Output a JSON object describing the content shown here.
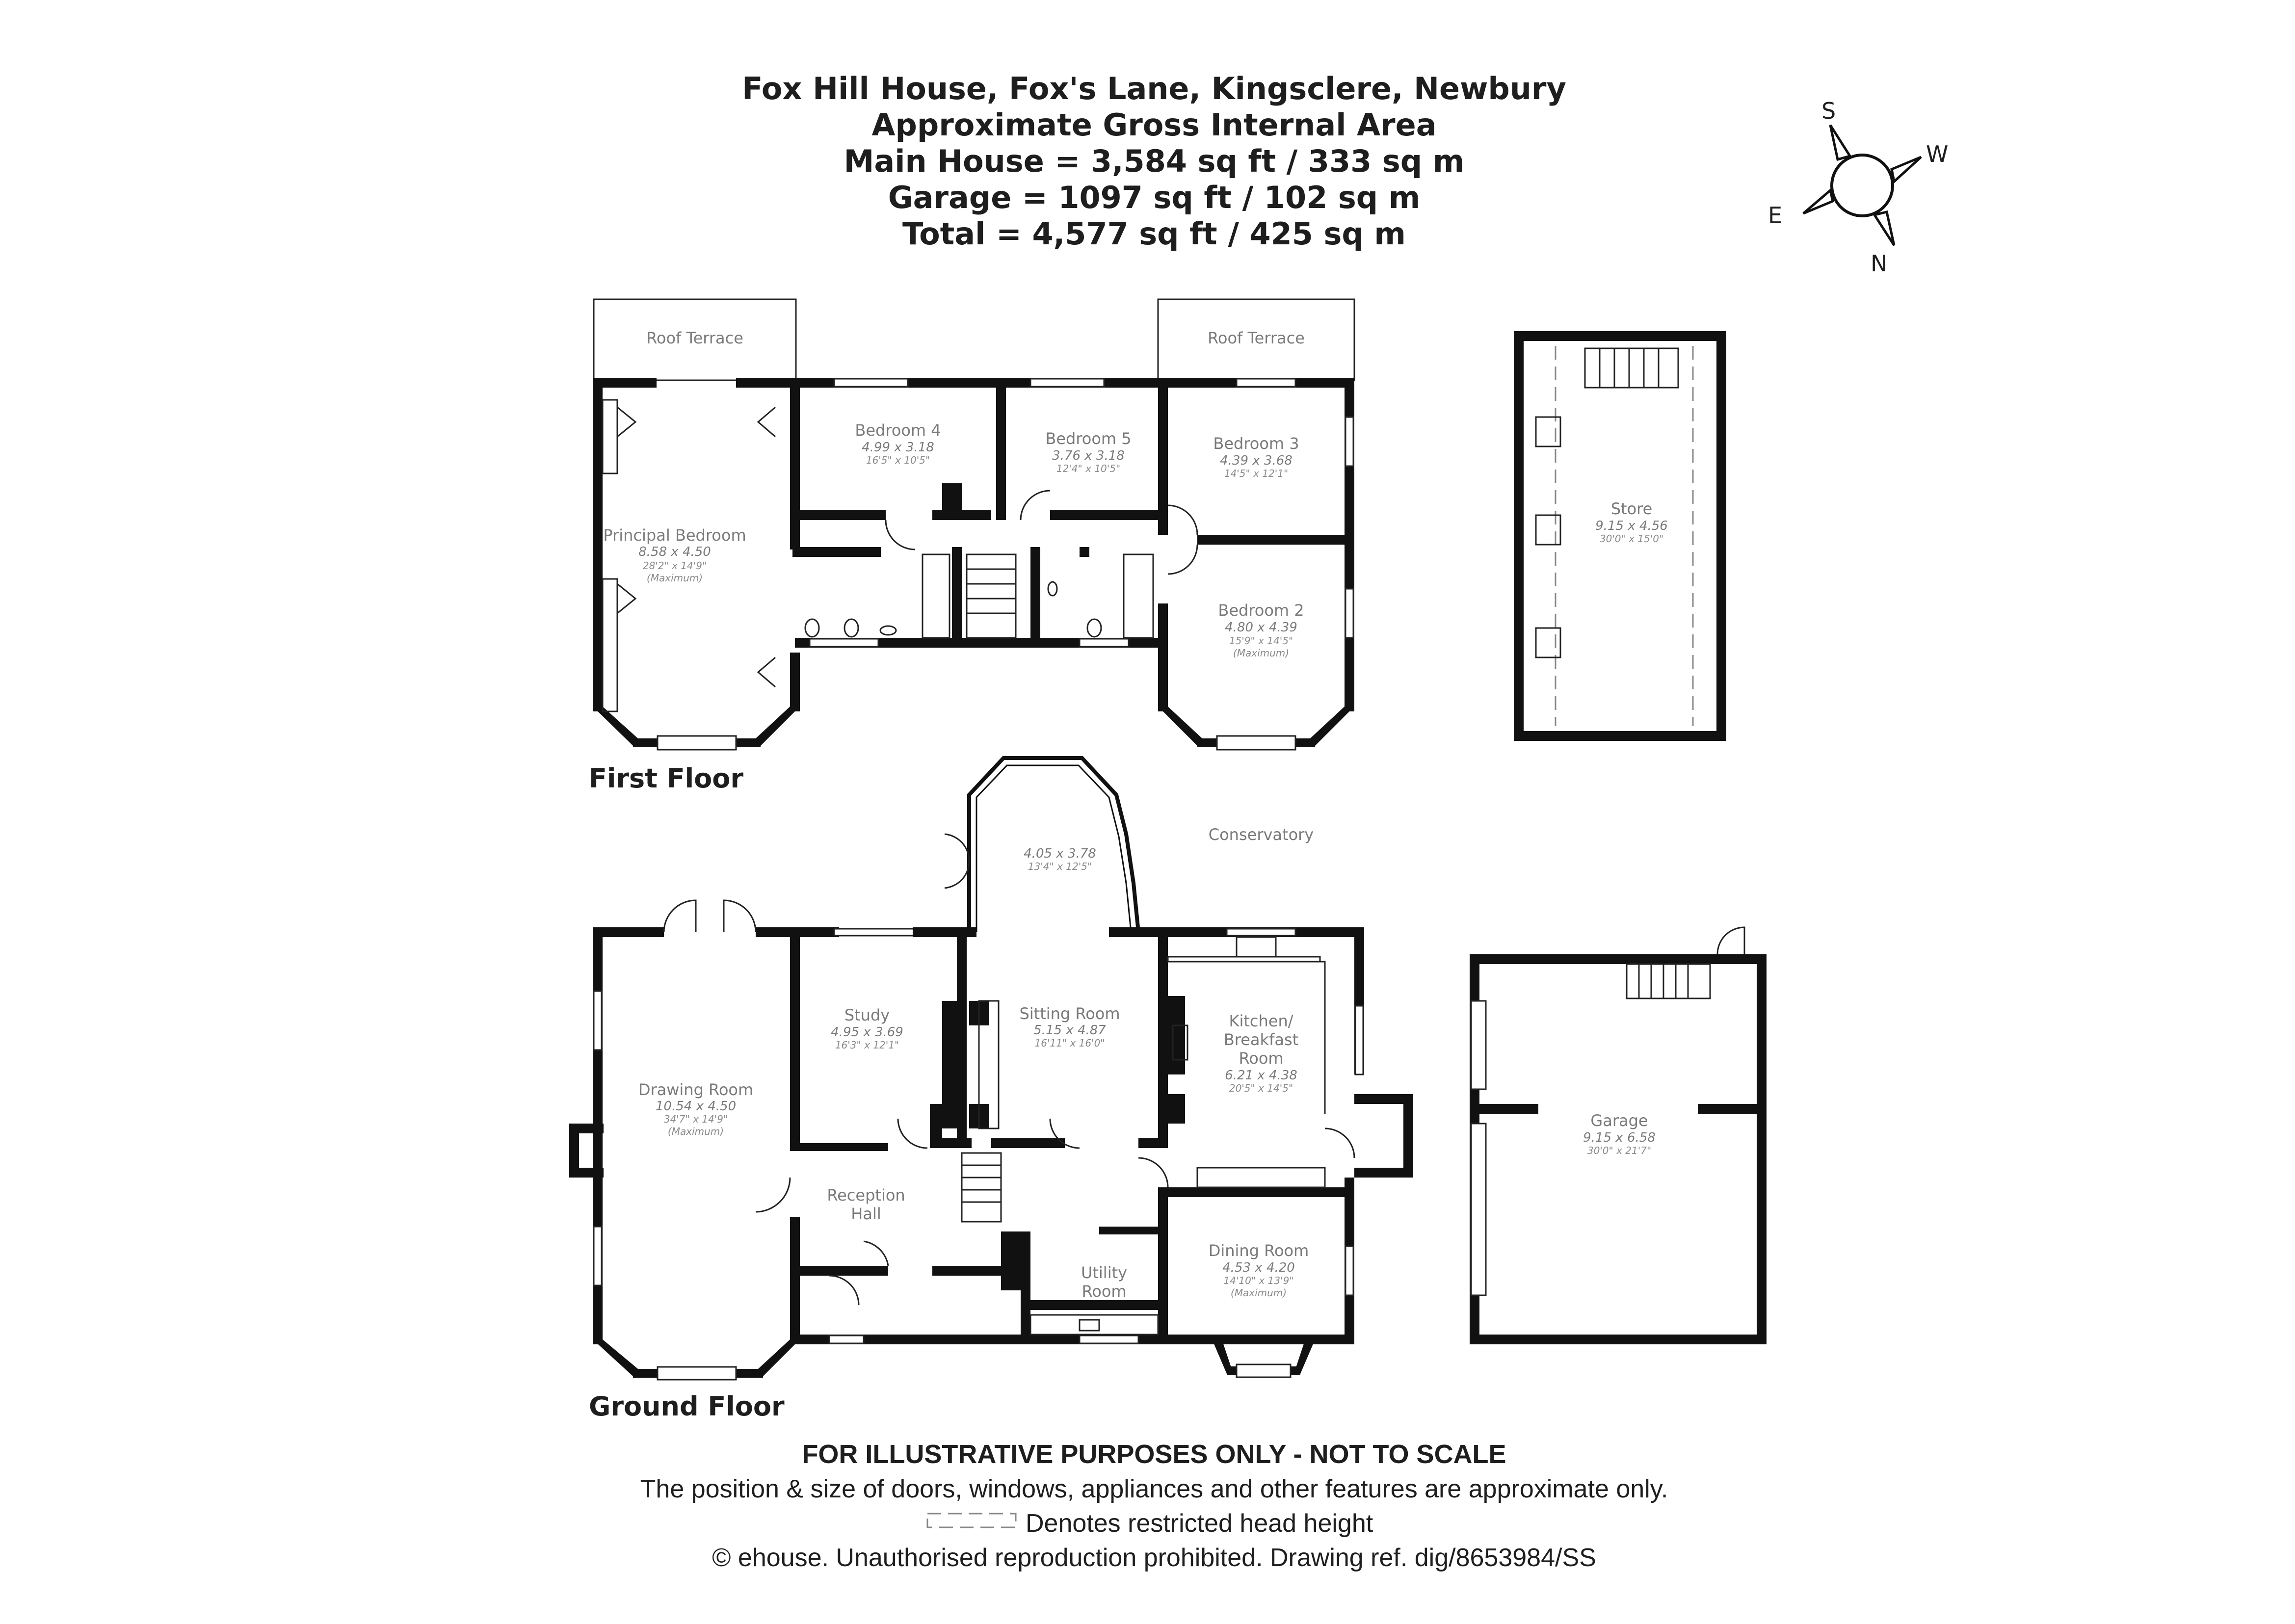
{
  "header": {
    "title": "Fox Hill House, Fox's Lane, Kingsclere, Newbury",
    "line2": "Approximate Gross Internal Area",
    "line3": "Main House = 3,584 sq ft / 333 sq m",
    "line4": "Garage = 1097 sq ft / 102 sq m",
    "line5": "Total = 4,577 sq ft / 425 sq m"
  },
  "compass": {
    "s": "S",
    "w": "W",
    "e": "E",
    "n": "N"
  },
  "floors": {
    "first": "First Floor",
    "ground": "Ground Floor"
  },
  "first_floor": {
    "roof_terrace_left": "Roof Terrace",
    "roof_terrace_right": "Roof Terrace",
    "principal_bedroom": {
      "name": "Principal Bedroom",
      "metric": "8.58 x 4.50",
      "imperial": "28'2\" x 14'9\"",
      "note": "(Maximum)"
    },
    "bedroom_4": {
      "name": "Bedroom 4",
      "metric": "4.99 x 3.18",
      "imperial": "16'5\" x 10'5\""
    },
    "bedroom_5": {
      "name": "Bedroom 5",
      "metric": "3.76 x 3.18",
      "imperial": "12'4\" x 10'5\""
    },
    "bedroom_3": {
      "name": "Bedroom 3",
      "metric": "4.39 x 3.68",
      "imperial": "14'5\" x 12'1\""
    },
    "bedroom_2": {
      "name": "Bedroom 2",
      "metric": "4.80 x 4.39",
      "imperial": "15'9\" x 14'5\"",
      "note": "(Maximum)"
    }
  },
  "store": {
    "name": "Store",
    "metric": "9.15 x 4.56",
    "imperial": "30'0\" x 15'0\""
  },
  "ground_floor": {
    "conservatory": {
      "name": "Conservatory",
      "metric": "4.05 x 3.78",
      "imperial": "13'4\" x 12'5\""
    },
    "drawing_room": {
      "name": "Drawing Room",
      "metric": "10.54 x 4.50",
      "imperial": "34'7\" x 14'9\"",
      "note": "(Maximum)"
    },
    "study": {
      "name": "Study",
      "metric": "4.95 x 3.69",
      "imperial": "16'3\" x 12'1\""
    },
    "sitting_room": {
      "name": "Sitting Room",
      "metric": "5.15 x 4.87",
      "imperial": "16'11\" x 16'0\""
    },
    "kitchen": {
      "name1": "Kitchen/",
      "name2": "Breakfast",
      "name3": "Room",
      "metric": "6.21 x 4.38",
      "imperial": "20'5\" x 14'5\""
    },
    "reception_hall": {
      "name1": "Reception",
      "name2": "Hall"
    },
    "utility_room": {
      "name1": "Utility",
      "name2": "Room"
    },
    "dining_room": {
      "name": "Dining Room",
      "metric": "4.53 x 4.20",
      "imperial": "14'10\" x 13'9\"",
      "note": "(Maximum)"
    }
  },
  "garage": {
    "name": "Garage",
    "metric": "9.15 x 6.58",
    "imperial": "30'0\" x 21'7\""
  },
  "footer": {
    "disclaimer": "FOR ILLUSTRATIVE PURPOSES ONLY - NOT TO SCALE",
    "note": "The position & size of doors, windows, appliances and other features are approximate only.",
    "legend": "Denotes restricted head height",
    "copyright": "© ehouse. Unauthorised reproduction prohibited. Drawing ref. dig/8653984/SS"
  }
}
